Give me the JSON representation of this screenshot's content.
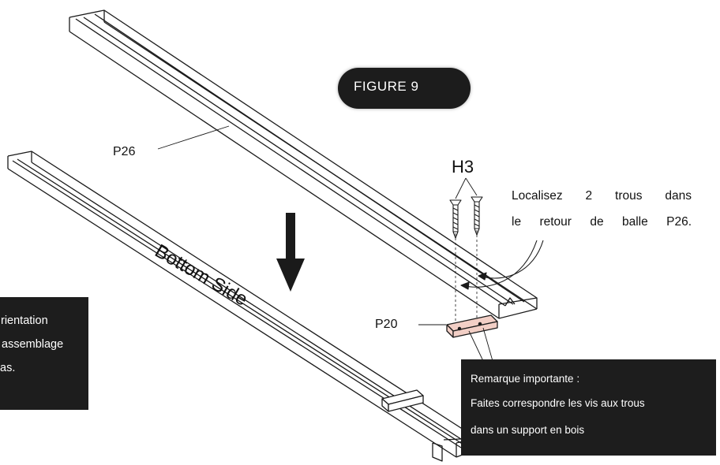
{
  "figure_label": "FIGURE 9",
  "parts": {
    "rail_label": "P26",
    "screw_label": "H3",
    "bracket_label": "P20"
  },
  "bottom_side_label": "Bottom Side",
  "instruction": {
    "line1": "Localisez 2 trous dans",
    "line2": "le retour de balle P26."
  },
  "left_note": {
    "line1": "rientation",
    "line2": " assemblage",
    "line3": "as."
  },
  "right_note": {
    "title": "Remarque importante :",
    "line1": "Faites correspondre les vis aux trous",
    "line2": "dans un support en bois"
  },
  "colors": {
    "badge_bg": "#1c1c1c",
    "note_bg": "#1d1d1d",
    "bracket_fill": "#f2cfc6",
    "line": "#1a1a1a"
  },
  "icons": {
    "direction_arrow": "arrow-down-icon",
    "screw": "wood-screw-icon"
  }
}
